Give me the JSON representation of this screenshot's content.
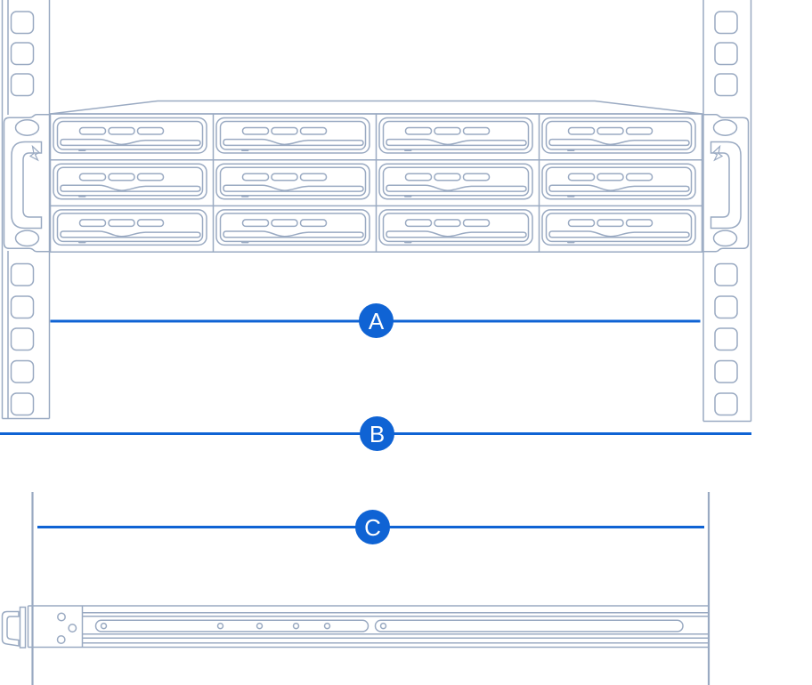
{
  "diagram": {
    "type": "rackmount-installation-diagram",
    "markers": [
      {
        "id": "A",
        "label": "A"
      },
      {
        "id": "B",
        "label": "B"
      },
      {
        "id": "C",
        "label": "C"
      }
    ],
    "colors": {
      "accent": "#0F63D4",
      "outline": "#9AAAC2",
      "marker_text": "#FFFFFF"
    },
    "parts": [
      {
        "name": "rack-post-left"
      },
      {
        "name": "rack-post-right"
      },
      {
        "name": "rackmount-server-12-bay"
      },
      {
        "name": "slide-rail"
      }
    ]
  }
}
